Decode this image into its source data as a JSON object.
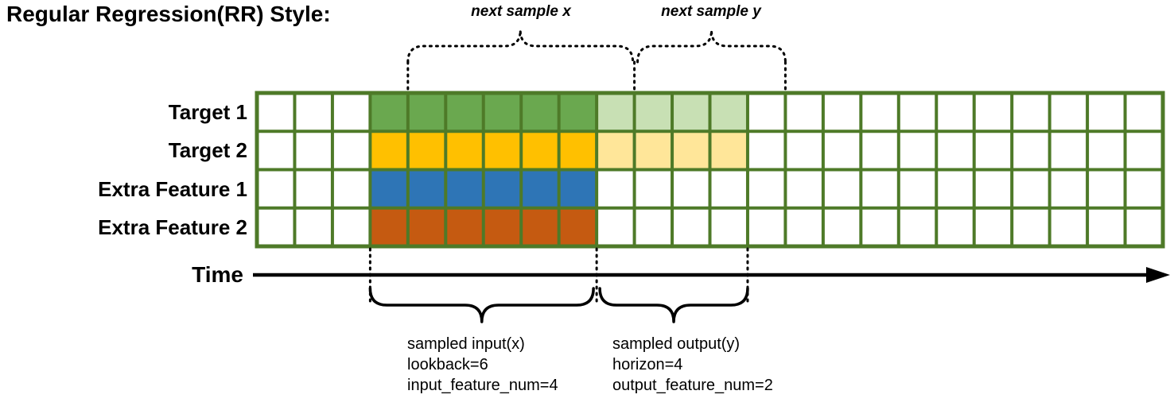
{
  "title": "Regular Regression(RR) Style:",
  "time_axis_label": "Time",
  "annotations": {
    "next_sample_x": "next sample x",
    "next_sample_y": "next sample y",
    "sampled_input": [
      "sampled input(x)",
      "lookback=6",
      "input_feature_num=4"
    ],
    "sampled_output": [
      "sampled output(y)",
      "horizon=4",
      "output_feature_num=2"
    ]
  },
  "grid": {
    "columns": 24,
    "input_start_col": 3,
    "lookback": 6,
    "horizon": 4,
    "border_color": "#4e7a28",
    "line_color": "#000000",
    "rows": [
      {
        "label": "Target 1",
        "input_color": "#6aa84f",
        "output_color": "#c8e0b4"
      },
      {
        "label": "Target 2",
        "input_color": "#ffc000",
        "output_color": "#ffe699"
      },
      {
        "label": "Extra Feature 1",
        "input_color": "#2e75b6",
        "output_color": null
      },
      {
        "label": "Extra Feature 2",
        "input_color": "#c55a11",
        "output_color": null
      }
    ]
  }
}
